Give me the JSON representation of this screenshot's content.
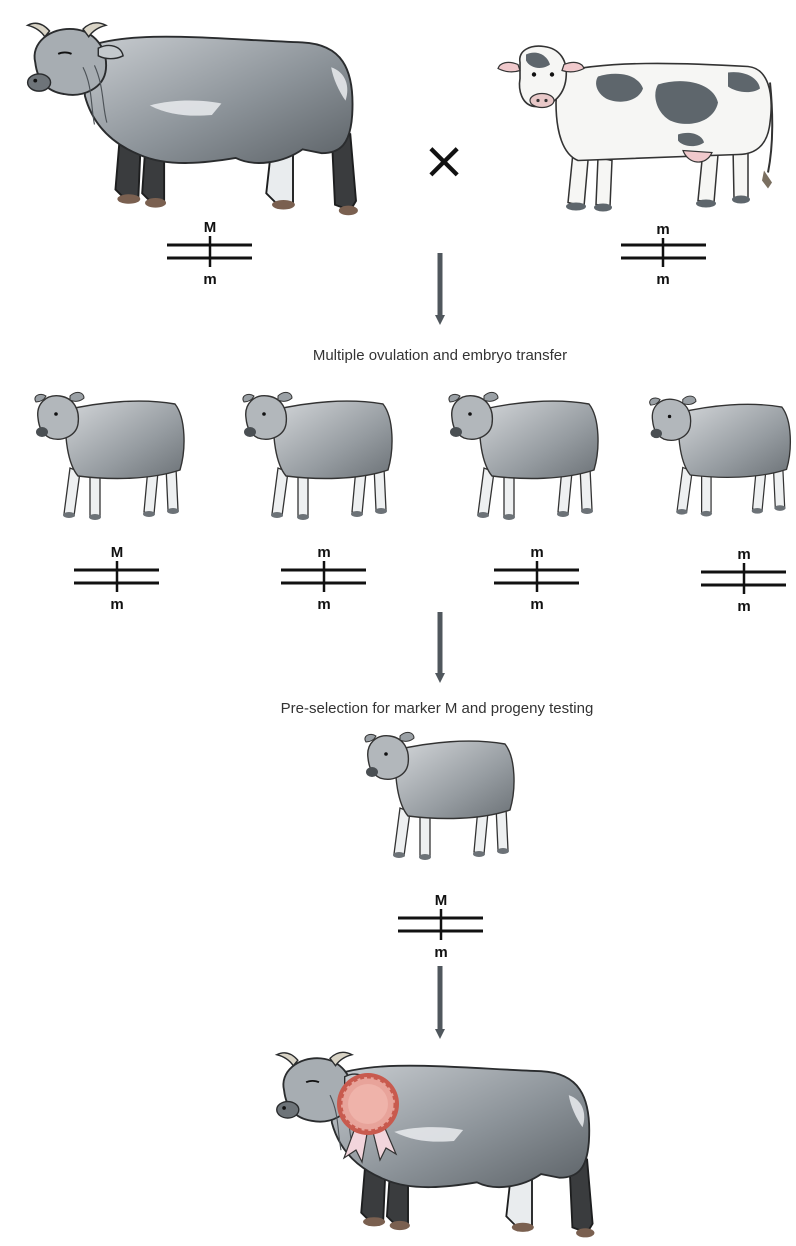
{
  "colors": {
    "animal_body": "#8c9399",
    "animal_dark": "#3a3c3e",
    "cow_spots": "#5e666c",
    "rosette": "#e8a39a",
    "rosette_edge": "#c85a4e",
    "ribbon": "#f2d5dc",
    "arrow": "#50575d"
  },
  "parents": {
    "cross_symbol": "×",
    "bull": {
      "icon": "bull-icon",
      "top_allele": "M",
      "bottom_allele": "m"
    },
    "cow": {
      "icon": "holstein-cow-icon",
      "top_allele": "m",
      "bottom_allele": "m"
    }
  },
  "steps": {
    "step1_label": "Multiple ovulation and embryo transfer",
    "step2_label": "Pre-selection for marker M and progeny testing"
  },
  "offspring": [
    {
      "icon": "calf-icon",
      "top_allele": "M",
      "bottom_allele": "m"
    },
    {
      "icon": "calf-icon",
      "top_allele": "m",
      "bottom_allele": "m"
    },
    {
      "icon": "calf-icon",
      "top_allele": "m",
      "bottom_allele": "m"
    },
    {
      "icon": "calf-icon",
      "top_allele": "m",
      "bottom_allele": "m"
    }
  ],
  "selected": {
    "icon": "calf-icon",
    "top_allele": "M",
    "bottom_allele": "m"
  },
  "result": {
    "icon": "prize-bull-icon",
    "award": "rosette-icon"
  }
}
